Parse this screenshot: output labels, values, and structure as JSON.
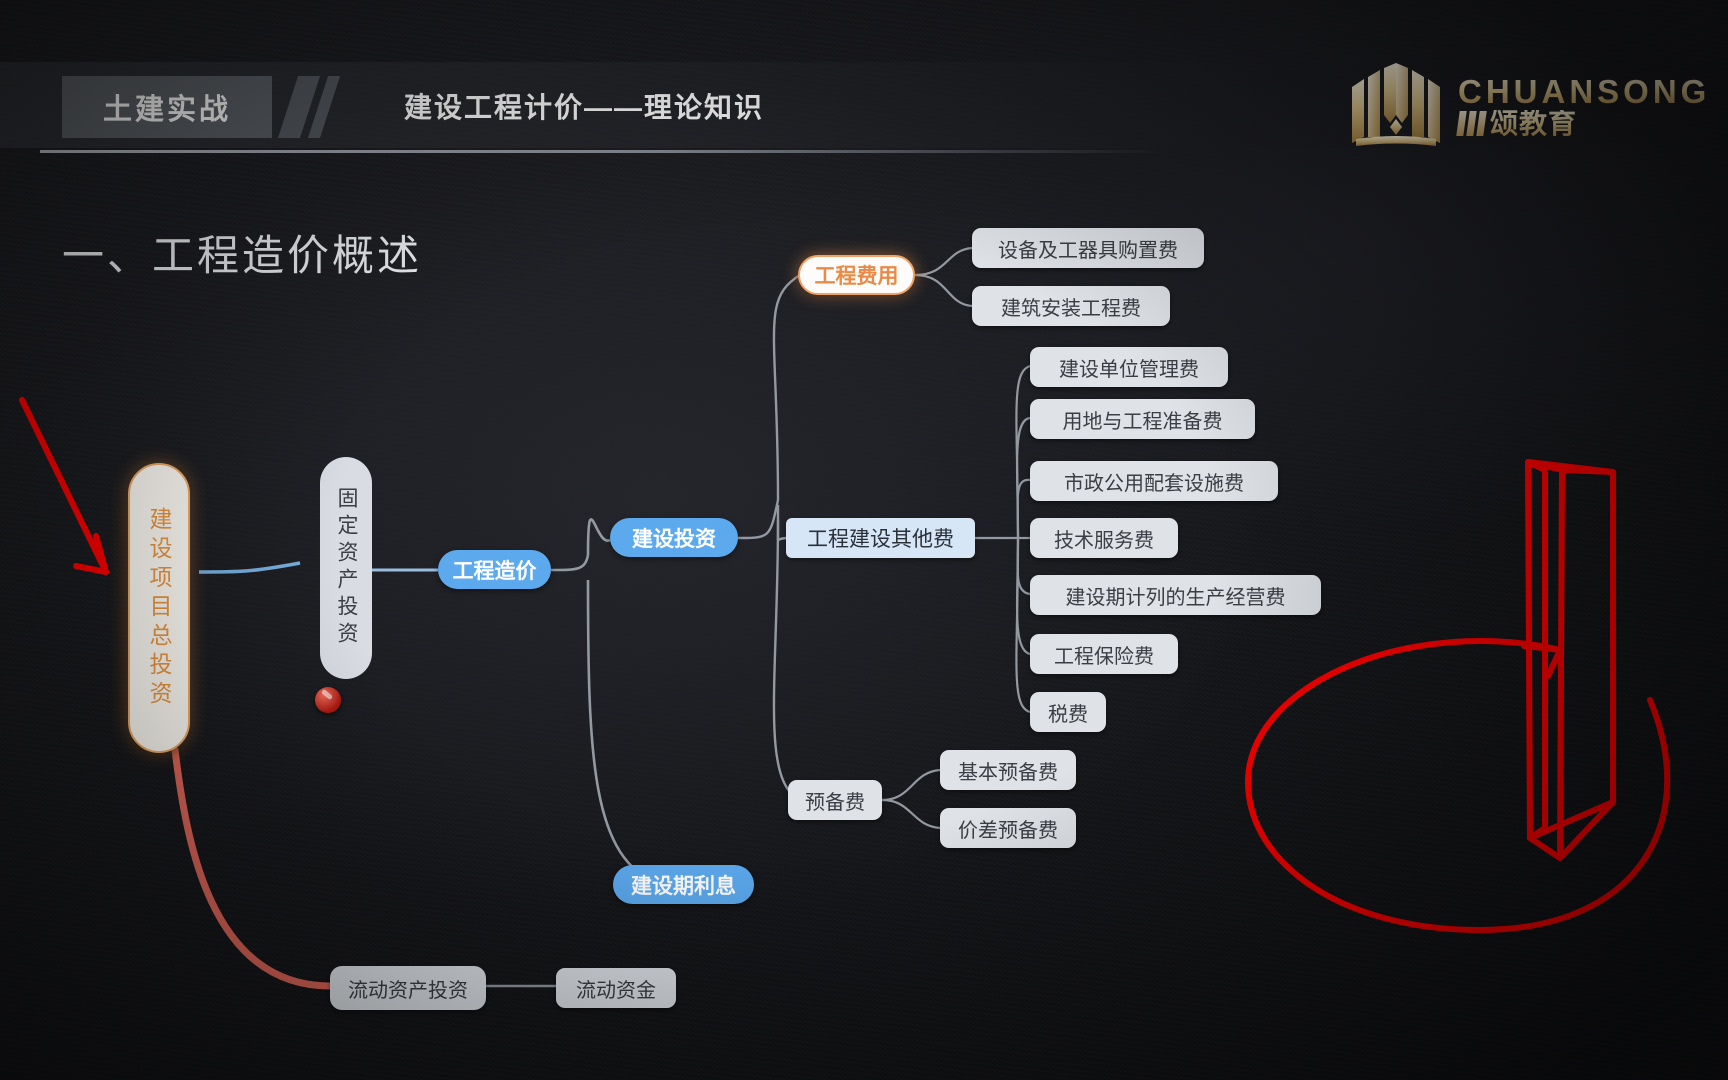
{
  "header": {
    "tag": "土建实战",
    "title": "建设工程计价——理论知识"
  },
  "logo": {
    "english": "CHUANSONG",
    "chinese": "颂教育"
  },
  "section_heading": "一、工程造价概述",
  "mindmap": {
    "root": "建设项目总投资",
    "fixed_asset": "固定资产投资",
    "project_cost": "工程造价",
    "construction_investment": "建设投资",
    "construction_interest": "建设期利息",
    "engineering_fee": "工程费用",
    "engineering_fee_children": [
      "设备及工器具购置费",
      "建筑安装工程费"
    ],
    "other_fee": "工程建设其他费",
    "other_fee_children": [
      "建设单位管理费",
      "用地与工程准备费",
      "市政公用配套设施费",
      "技术服务费",
      "建设期计列的生产经营费",
      "工程保险费",
      "税费"
    ],
    "reserve_fee": "预备费",
    "reserve_fee_children": [
      "基本预备费",
      "价差预备费"
    ],
    "current_asset": "流动资产投资",
    "current_capital": "流动资金"
  },
  "colors": {
    "accent_blue": "#5ca9ee",
    "accent_orange": "#e9963f",
    "annotation_red": "#fe0000",
    "node_grey": "#dfe3e8",
    "background": "#191a1f"
  }
}
